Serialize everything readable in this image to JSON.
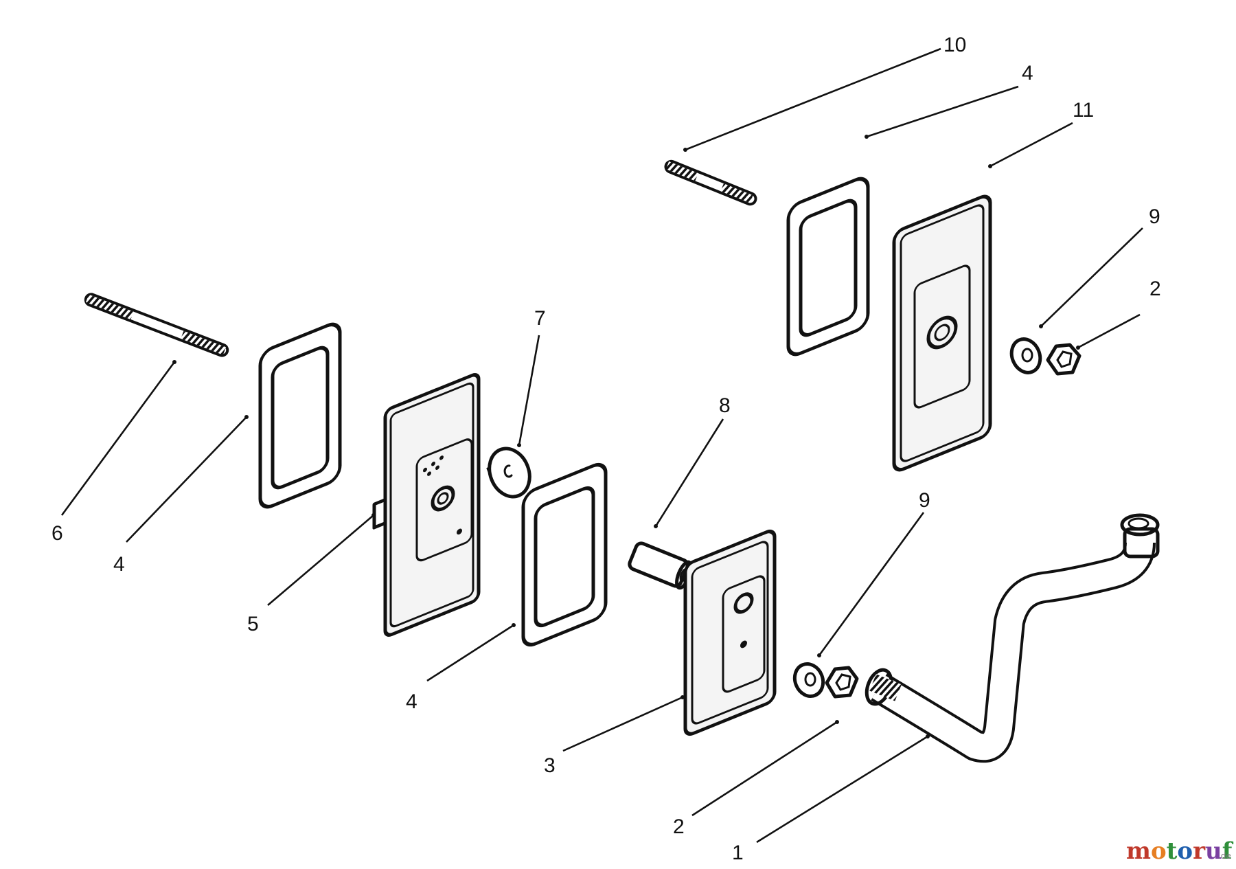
{
  "callouts": {
    "c1": "1",
    "c2a": "2",
    "c2b": "2",
    "c3": "3",
    "c4a": "4",
    "c4b": "4",
    "c4c": "4",
    "c5": "5",
    "c6": "6",
    "c7": "7",
    "c8": "8",
    "c9a": "9",
    "c9b": "9",
    "c10": "10",
    "c11": "11"
  },
  "watermark": {
    "logo_text": "motoruf",
    "suffix": ".de",
    "letter_colors": [
      "#c0392b",
      "#e67e22",
      "#2f8f3a",
      "#1f5fae",
      "#c0392b",
      "#7a3fa0",
      "#2f8f3a"
    ]
  }
}
